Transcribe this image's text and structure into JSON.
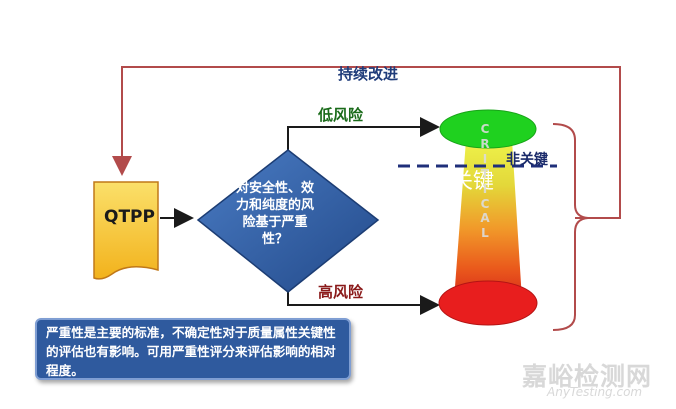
{
  "labels": {
    "continuous_improvement": "持续改进",
    "low_risk": "低风险",
    "high_risk": "高风险",
    "non_critical": "非关键",
    "critical_zh": "关键",
    "critical_letters": [
      "C",
      "R",
      "I",
      "T",
      "I",
      "C",
      "A",
      "L"
    ]
  },
  "qtpp": {
    "label": "QTPP"
  },
  "decision": {
    "text": "对安全性、效力和纯度的风险基于严重性？"
  },
  "note": {
    "text": "严重性是主要的标准，不确定性对于质量属性关键性的评估也有影响。可用严重性评分来评估影响的相对程度。"
  },
  "watermark": {
    "zh": "嘉峪检测网",
    "en": "AnyTesting.com"
  },
  "colors": {
    "feedback_line": "#b24b4b",
    "flow_arrow": "#1a1a1a",
    "diamond": "#2f5a9e",
    "qtpp_fill": "#f6c12a",
    "low_ellipse": "#1fd11f",
    "high_ellipse": "#e81e1e",
    "dashed_line": "#1f2f7a",
    "note_fill": "#2f5a9e"
  },
  "icons": {
    "qtpp_shape": "document-icon",
    "decision_shape": "diamond-icon"
  }
}
